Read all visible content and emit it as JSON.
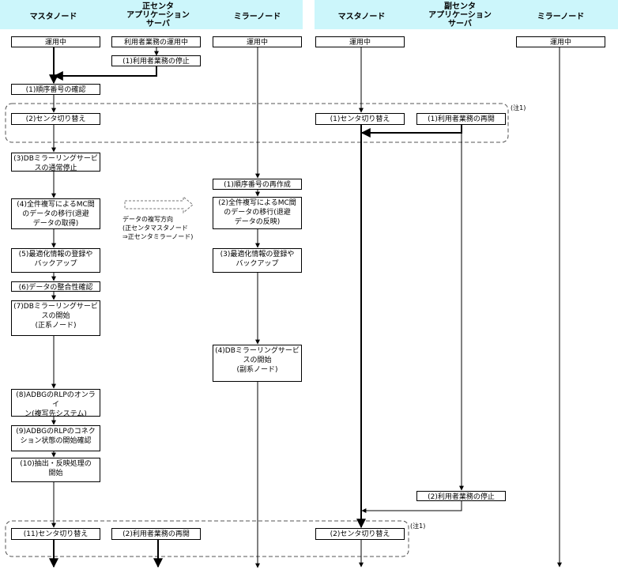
{
  "headers": {
    "primary_center": "正センタ",
    "backup_center": "副センタ",
    "master_node": "マスタノード",
    "app_server": "アプリケーション\nサーバ",
    "mirror_node": "ミラーノード"
  },
  "boxes": {
    "p_master_running": "運用中",
    "p_app_running": "利用者業務の運用中",
    "p_app_stop1": "(1)利用者業務の停止",
    "p_master_seq_confirm": "(1)順序番号の確認",
    "p_master_switch2": "(2)センタ切り替え",
    "p_master_mirror_stop": "(3)DBミラーリングサービ\nスの通常停止",
    "p_master_full_copy": "(4)全件複写によるMC間\nのデータの移行(退避\nデータの取得)",
    "p_master_optimize": "(5)最適化情報の登録や\nバックアップ",
    "p_master_consistency": "(6)データの整合性確認",
    "p_master_mirror_start": "(7)DBミラーリングサービ\nスの開始\n(正系ノード)",
    "p_master_adbg_online": "(8)ADBGのRLPのオンライ\nン(複写先システム)",
    "p_master_adbg_conn": "(9)ADBGのRLPのコネク\nション状態の開始確認",
    "p_master_extract": "(10)抽出・反映処理の\n開始",
    "p_master_switch11": "(11)センタ切り替え",
    "p_app_resume2": "(2)利用者業務の再開",
    "p_mirror_running": "運用中",
    "p_mirror_seq_recreate": "(1)順序番号の再作成",
    "p_mirror_full_copy": "(2)全件複写によるMC間\nのデータの移行(退避\nデータの反映)",
    "p_mirror_optimize": "(3)最適化情報の登録や\nバックアップ",
    "p_mirror_start": "(4)DBミラーリングサービ\nスの開始\n(副系ノード)",
    "b_master_running": "運用中",
    "b_master_switch1": "(1)センタ切り替え",
    "b_app_resume1": "(1)利用者業務の再開",
    "b_app_stop2": "(2)利用者業務の停止",
    "b_master_switch2": "(2)センタ切り替え",
    "b_mirror_running": "運用中"
  },
  "copy_note": "データの複写方向\n(正センタマスタノード\n⇒正センタミラーノード)",
  "footnote_1": "(注1)",
  "footnote_2": "(注1)"
}
